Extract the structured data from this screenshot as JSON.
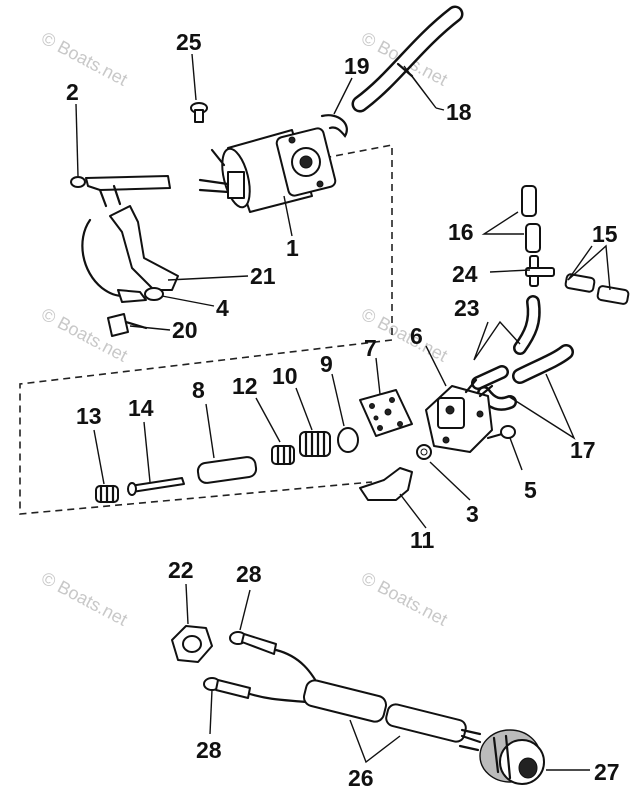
{
  "watermark": "© Boats.net",
  "labels": {
    "n1": "1",
    "n2": "2",
    "n3": "3",
    "n4": "4",
    "n5": "5",
    "n6": "6",
    "n7": "7",
    "n8": "8",
    "n9": "9",
    "n10": "10",
    "n11": "11",
    "n12": "12",
    "n13": "13",
    "n14": "14",
    "n15": "15",
    "n16": "16",
    "n17": "17",
    "n18": "18",
    "n19": "19",
    "n20": "20",
    "n21": "21",
    "n22": "22",
    "n23": "23",
    "n24": "24",
    "n25": "25",
    "n26": "26",
    "n27": "27",
    "n28a": "28",
    "n28b": "28"
  }
}
